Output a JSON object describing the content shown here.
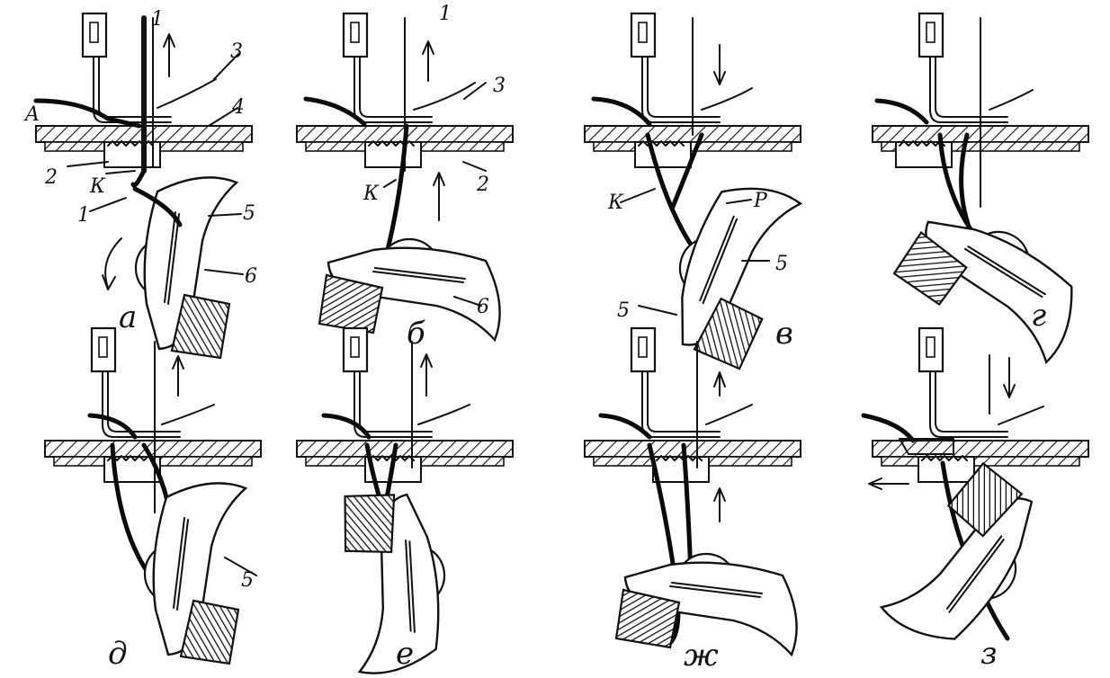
{
  "labels": {
    "one": "1",
    "two": "2",
    "three": "3",
    "four": "4",
    "five": "5",
    "six": "6",
    "A": "A",
    "K": "К",
    "P": "Р"
  },
  "captions": {
    "a": "а",
    "b": "б",
    "v": "в",
    "g": "г",
    "d": "д",
    "e": "е",
    "zh": "ж",
    "z": "з"
  }
}
